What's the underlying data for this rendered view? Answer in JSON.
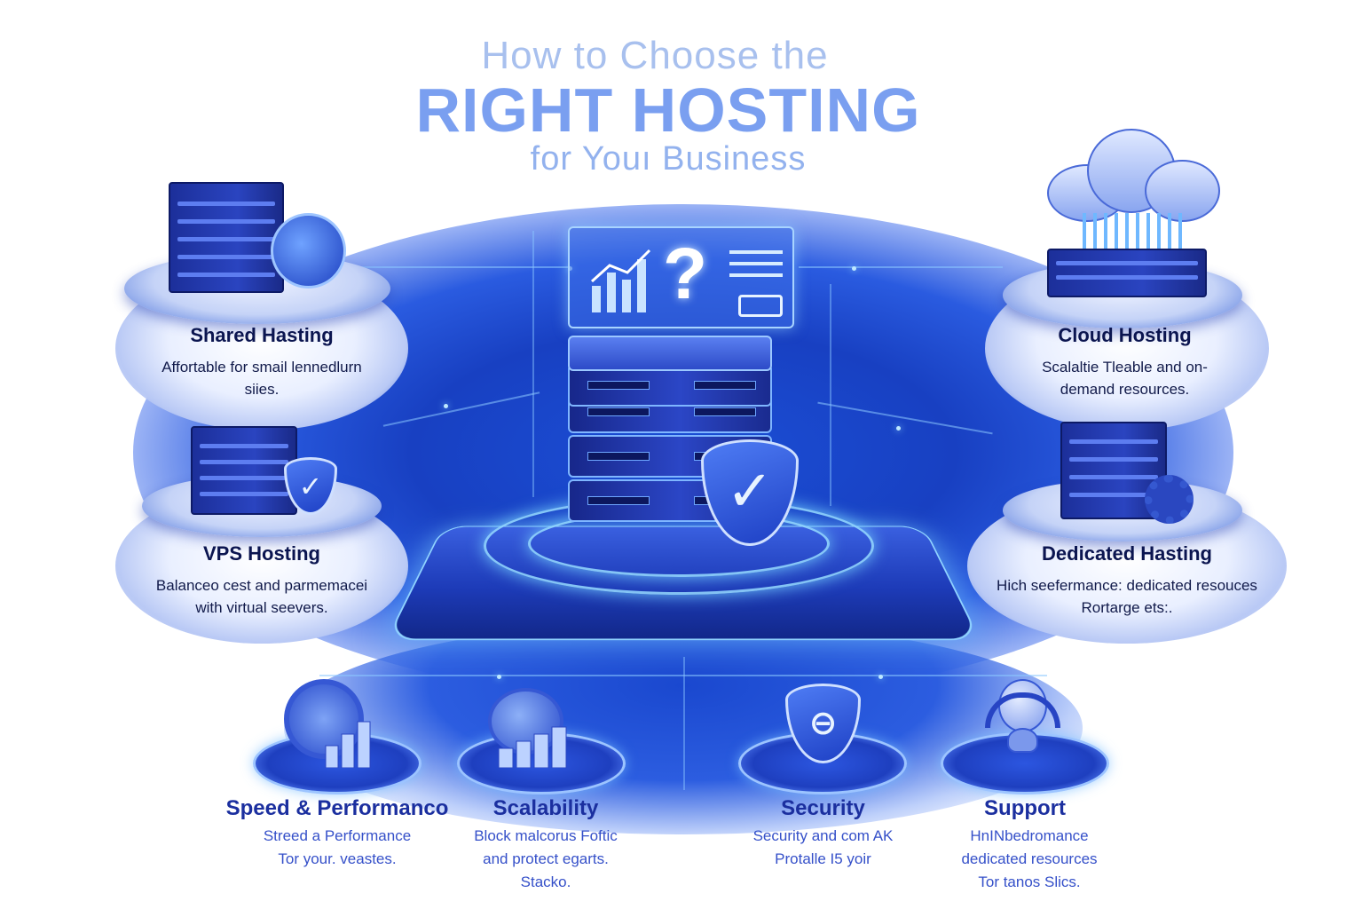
{
  "title": {
    "line1": "How to Choose the",
    "line2": "RIGHT HOSTING",
    "line3": "for Youı Business"
  },
  "center": {
    "question_mark": "?"
  },
  "hosting_types": [
    {
      "title": "Shared Hasting",
      "desc_line1": "Affortable  for smail lennedlurn",
      "desc_line2": "siies."
    },
    {
      "title": "VPS Hosting",
      "desc_line1": "Balanceo cest and parmemacei",
      "desc_line2": "with virtual seevers."
    },
    {
      "title": "Cloud Hosting",
      "desc_line1": "Scalaltie Tleable and on-",
      "desc_line2": "demand resources."
    },
    {
      "title": "Dedicated Hasting",
      "desc_line1": "Hich seefermance: dedicated resouces",
      "desc_line2": "Rortarge ets:."
    }
  ],
  "features": [
    {
      "title": "Speed & Performanco",
      "desc": [
        "Streed a Performance",
        "Tor your. veastes."
      ]
    },
    {
      "title": "Scalability",
      "desc": [
        "Block malcorus Foftic",
        "and protect egarts.",
        "Stacko."
      ]
    },
    {
      "title": "Security",
      "desc": [
        "Security and com AK",
        "Protalle I5 yoir"
      ]
    },
    {
      "title": "Support",
      "desc": [
        "HnINbedromance",
        "dedicated resources",
        "Tor tanos Slics."
      ]
    }
  ],
  "colors": {
    "primary_blue": "#1b4fd6",
    "title_blue": "#7a9ff0",
    "card_text": "#0b1550",
    "feature_title": "#1b2f9f",
    "feature_desc": "#3550c9"
  }
}
